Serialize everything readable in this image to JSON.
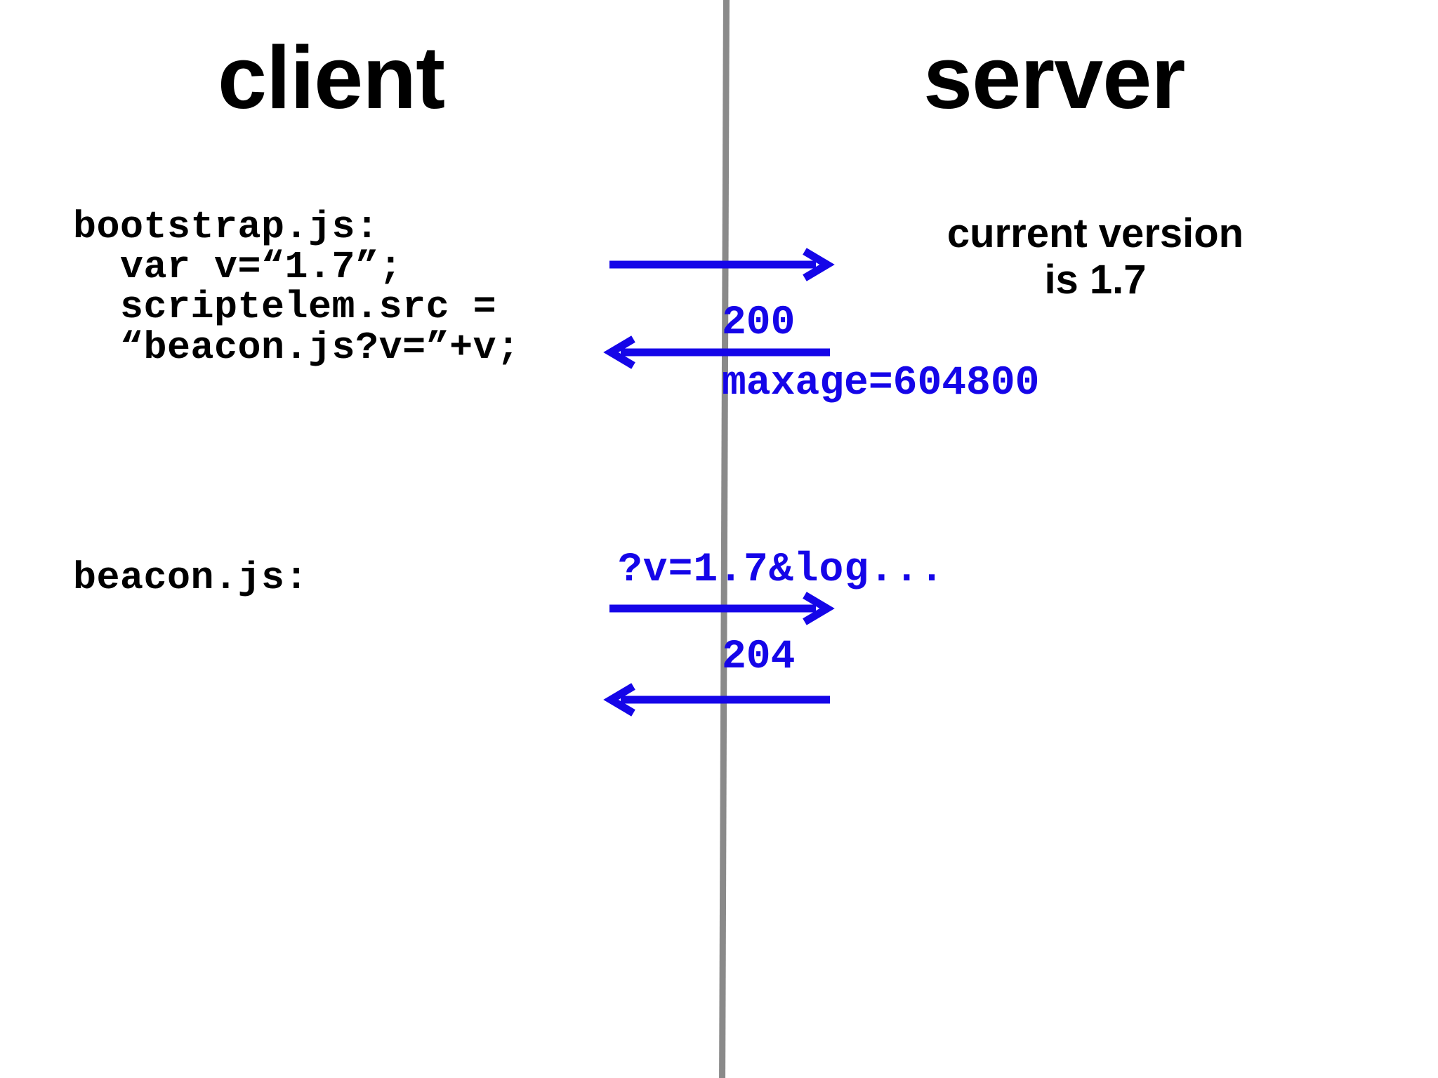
{
  "diagram": {
    "title_client": "client",
    "title_server": "server",
    "divider_color": "#8a8a8a",
    "accent_color": "#1505e8",
    "background_color": "#ffffff"
  },
  "client": {
    "bootstrap_code": "bootstrap.js:\n  var v=“1.7”;\n  scriptelem.src =\n  “beacon.js?v=”+v;",
    "beacon_label": "beacon.js:"
  },
  "server": {
    "current_version_note": "current version\nis 1.7"
  },
  "messages": [
    {
      "name": "bootstrap-request",
      "direction": "client-to-server",
      "label": ""
    },
    {
      "name": "bootstrap-response",
      "direction": "server-to-client",
      "status": "200",
      "header": "maxage=604800"
    },
    {
      "name": "beacon-request",
      "direction": "client-to-server",
      "query": "?v=1.7&log..."
    },
    {
      "name": "beacon-response",
      "direction": "server-to-client",
      "status": "204"
    }
  ],
  "labels": {
    "status_200": "200",
    "maxage": "maxage=604800",
    "beacon_query": "?v=1.7&log...",
    "status_204": "204"
  }
}
